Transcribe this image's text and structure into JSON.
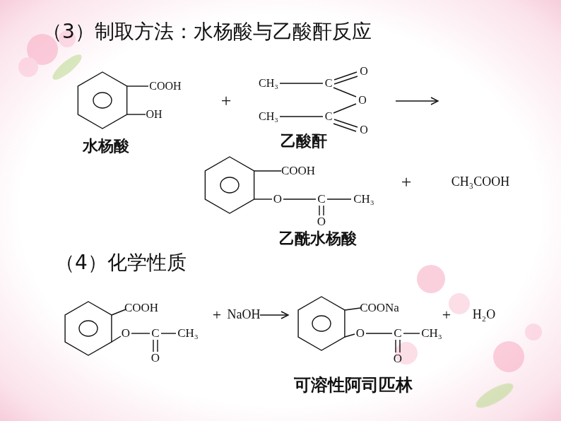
{
  "diagram": {
    "labels": [
      "（3）制取方法：水杨酸与乙酸酐反应",
      "COOH",
      "OH",
      "+",
      "CH₃",
      "C",
      "O",
      "O",
      "CH₃",
      "C",
      "O",
      "水杨酸",
      "乙酸酐",
      "COOH",
      "O",
      "C",
      "CH₃",
      "O",
      "+",
      "CH₃COOH",
      "乙酰水杨酸",
      "（4）化学性质",
      "COOH",
      "O",
      "C",
      "CH₃",
      "O",
      "+",
      "NaOH",
      "COONa",
      "O",
      "C",
      "CH₃",
      "O",
      "+",
      "H₂O",
      "可溶性阿司匹林"
    ]
  }
}
